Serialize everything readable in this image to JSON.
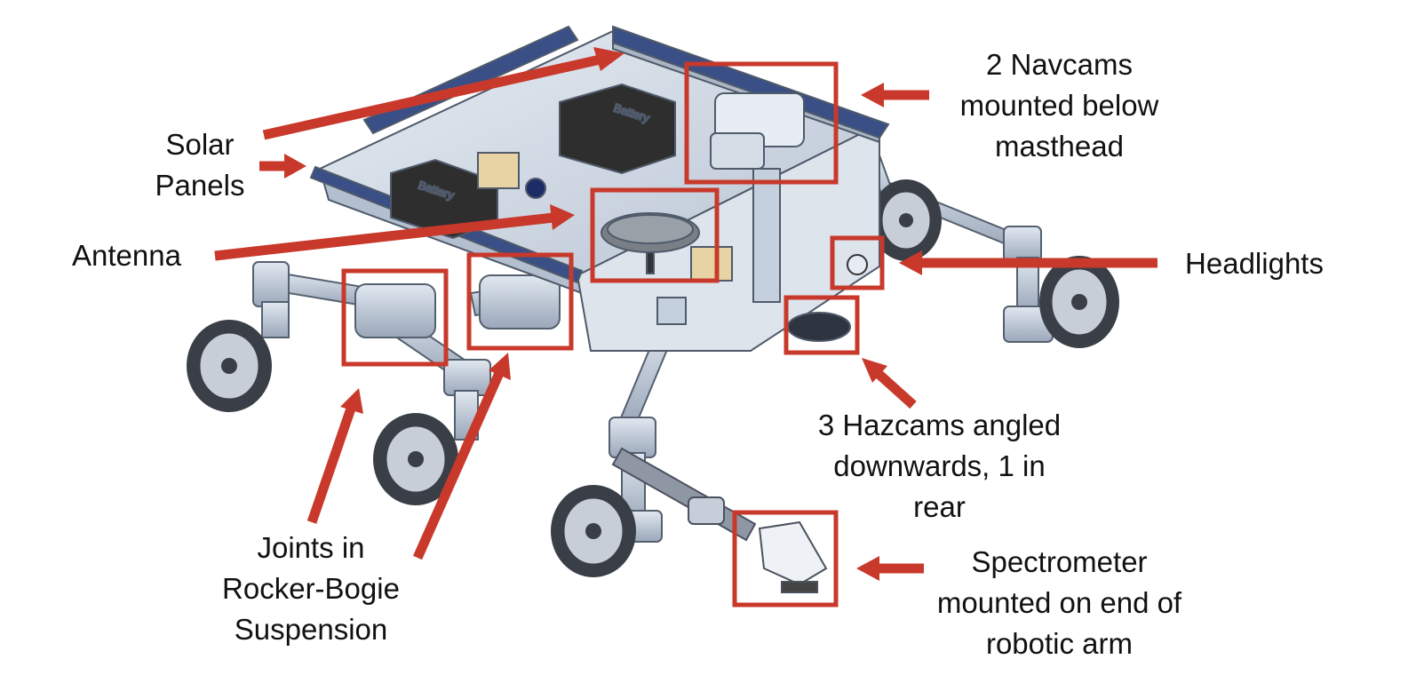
{
  "colors": {
    "annotation": "#c8392b",
    "body_light": "#dce4ee",
    "body_mid": "#aab6c6",
    "body_dark": "#6f7c8e",
    "solar": "#3a4f86",
    "battery": "#2e2e2e",
    "tan_box": "#e7d3a3",
    "wheel_dark": "#3a3f47",
    "wheel_light": "#c8ced8"
  },
  "labels": {
    "solar_panels": [
      "Solar",
      "Panels"
    ],
    "antenna": [
      "Antenna"
    ],
    "joints": [
      "Joints in",
      "Rocker-Bogie",
      "Suspension"
    ],
    "navcams": [
      "2 Navcams",
      "mounted below",
      "masthead"
    ],
    "headlights": [
      "Headlights"
    ],
    "hazcams": [
      "3 Hazcams angled",
      "downwards, 1 in",
      "rear"
    ],
    "spectrometer": [
      "Spectrometer",
      "mounted on end of",
      "robotic arm"
    ]
  },
  "parts": {
    "battery_label": "Battery"
  }
}
